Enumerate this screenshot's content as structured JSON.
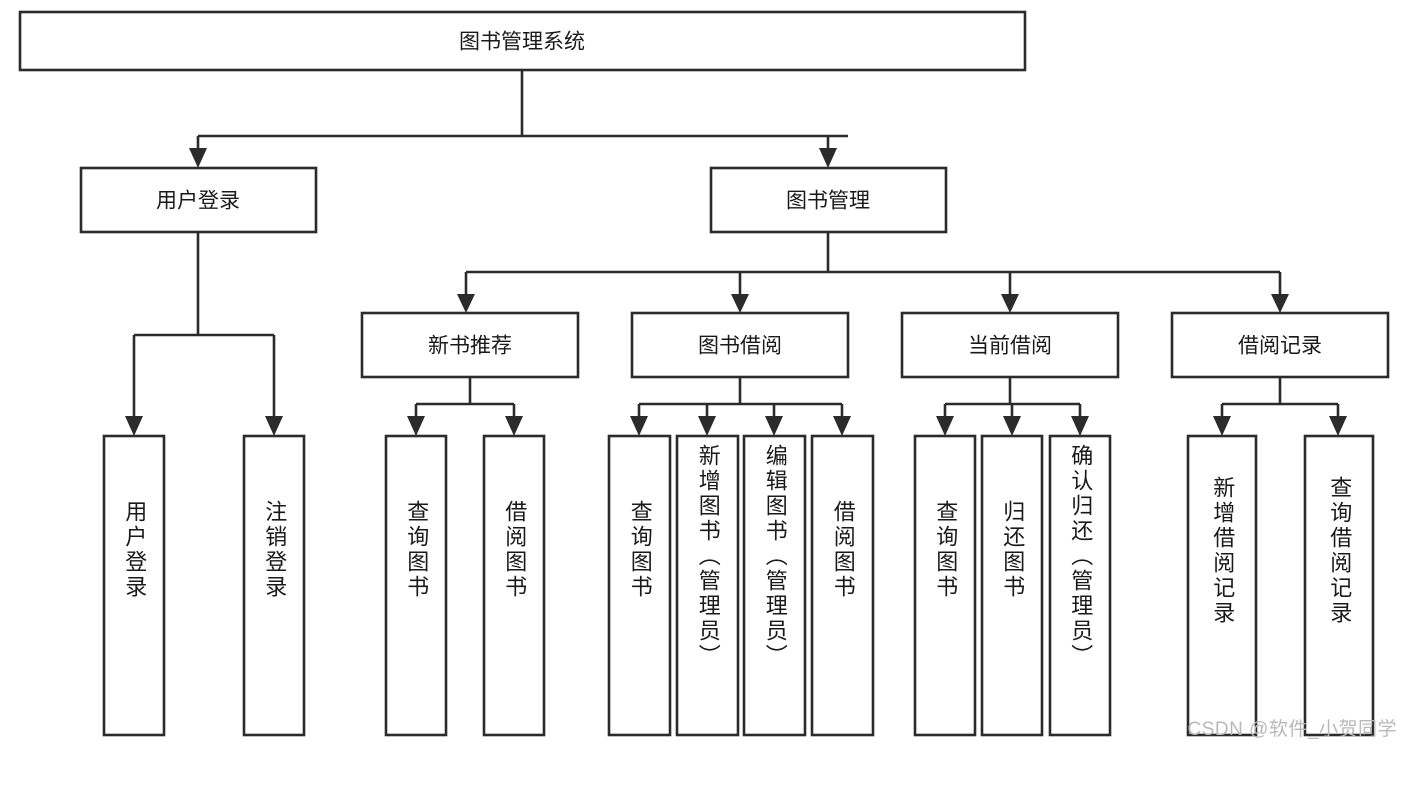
{
  "diagram": {
    "type": "hierarchy-tree",
    "title": "图书管理系统",
    "watermark": "CSDN @软件_小贺同学",
    "colors": {
      "stroke": "#2b2b2b",
      "fill": "#ffffff",
      "text": "#1a1a1a",
      "watermark": "#b9b9b9"
    },
    "root": {
      "label": "图书管理系统",
      "orientation": "horizontal"
    },
    "level2": [
      {
        "label": "用户登录",
        "orientation": "horizontal"
      },
      {
        "label": "图书管理",
        "orientation": "horizontal"
      }
    ],
    "level3": [
      {
        "label": "新书推荐",
        "orientation": "horizontal"
      },
      {
        "label": "图书借阅",
        "orientation": "horizontal"
      },
      {
        "label": "当前借阅",
        "orientation": "horizontal"
      },
      {
        "label": "借阅记录",
        "orientation": "horizontal"
      }
    ],
    "leaves": {
      "user_login": [
        {
          "label": "用户登录",
          "orientation": "vertical"
        },
        {
          "label": "注销登录",
          "orientation": "vertical"
        }
      ],
      "new_book_recommend": [
        {
          "label": "查询图书",
          "orientation": "vertical"
        },
        {
          "label": "借阅图书",
          "orientation": "vertical"
        }
      ],
      "book_borrow": [
        {
          "label": "查询图书",
          "orientation": "vertical"
        },
        {
          "label": "新增图书（管理员）",
          "orientation": "vertical"
        },
        {
          "label": "编辑图书（管理员）",
          "orientation": "vertical"
        },
        {
          "label": "借阅图书",
          "orientation": "vertical"
        }
      ],
      "current_borrow": [
        {
          "label": "查询图书",
          "orientation": "vertical"
        },
        {
          "label": "归还图书",
          "orientation": "vertical"
        },
        {
          "label": "确认归还（管理员）",
          "orientation": "vertical"
        }
      ],
      "borrow_record": [
        {
          "label": "新增借阅记录",
          "orientation": "vertical"
        },
        {
          "label": "查询借阅记录",
          "orientation": "vertical"
        }
      ]
    }
  }
}
